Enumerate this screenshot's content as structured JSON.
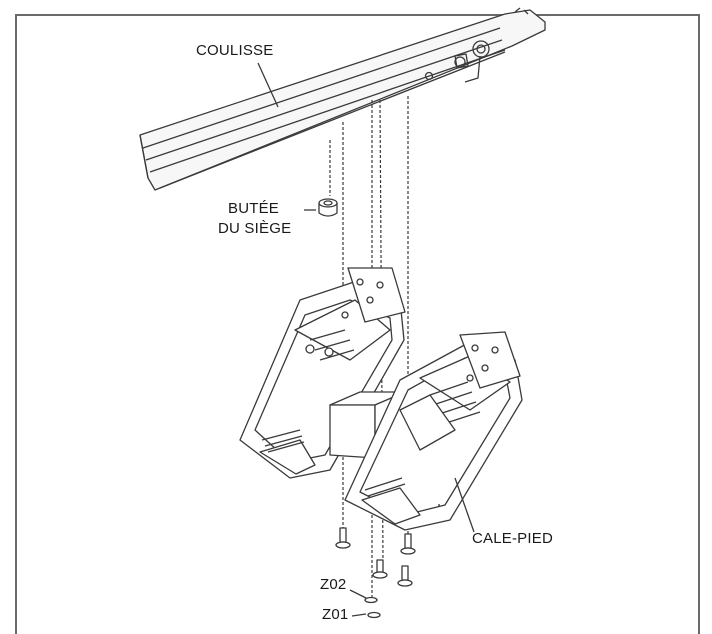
{
  "labels": {
    "coulisse": "COULISSE",
    "butee_line1": "BUTÉE",
    "butee_line2": "DU SIÈGE",
    "cale_pied": "CALE-PIED",
    "z02": "Z02",
    "z01": "Z01"
  }
}
